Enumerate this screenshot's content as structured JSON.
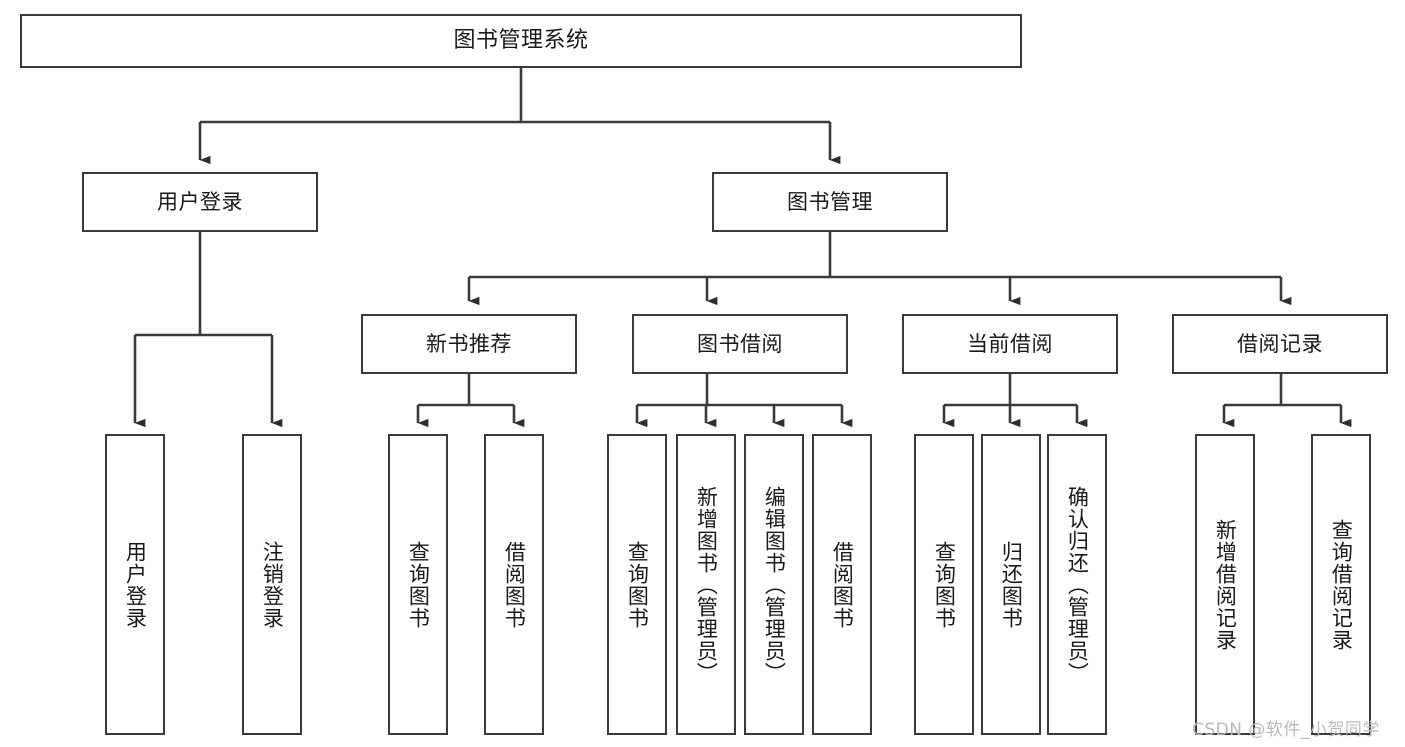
{
  "diagram": {
    "type": "tree-hierarchy-chart",
    "title": "图书管理系统",
    "line_color": "#3a3a3a",
    "box_fill": "#ffffff",
    "text_color": "#1a1a1a",
    "watermark": "CSDN @软件_小贺同学",
    "nodes": {
      "root": {
        "label": "图书管理系统"
      },
      "level1": [
        {
          "label": "用户登录"
        },
        {
          "label": "图书管理"
        }
      ],
      "level2": [
        {
          "label": "新书推荐"
        },
        {
          "label": "图书借阅"
        },
        {
          "label": "当前借阅"
        },
        {
          "label": "借阅记录"
        }
      ],
      "leaves": {
        "user_login": [
          {
            "label": "用户登录"
          },
          {
            "label": "注销登录"
          }
        ],
        "new_book_recommend": [
          {
            "label": "查询图书"
          },
          {
            "label": "借阅图书"
          }
        ],
        "book_borrow": [
          {
            "label": "查询图书"
          },
          {
            "label": "新增图书（管理员）"
          },
          {
            "label": "编辑图书（管理员）"
          },
          {
            "label": "借阅图书"
          }
        ],
        "current_borrow": [
          {
            "label": "查询图书"
          },
          {
            "label": "归还图书"
          },
          {
            "label": "确认归还（管理员）"
          }
        ],
        "borrow_record": [
          {
            "label": "新增借阅记录"
          },
          {
            "label": "查询借阅记录"
          }
        ]
      }
    }
  }
}
